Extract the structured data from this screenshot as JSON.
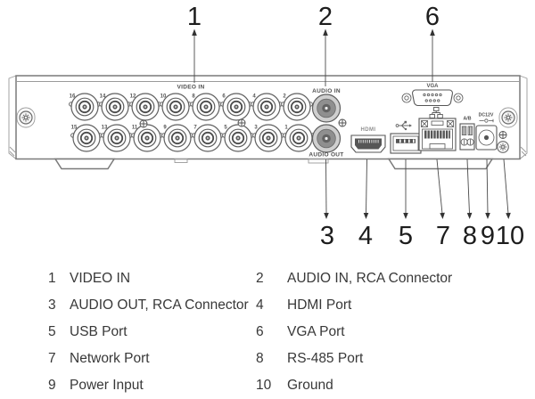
{
  "diagram": {
    "video_in": "VIDEO IN",
    "audio_in": "AUDIO IN",
    "audio_out": "AUDIO OUT",
    "hdmi": "HDMI",
    "vga": "VGA",
    "ab": "A/B",
    "dc12v": "DC12V",
    "bnc_top": [
      "16",
      "14",
      "12",
      "10",
      "8",
      "6",
      "4",
      "2"
    ],
    "bnc_bottom": [
      "15",
      "13",
      "11",
      "9",
      "7",
      "5",
      "3",
      "1"
    ],
    "callouts_top": [
      "1",
      "2",
      "6"
    ],
    "callouts_bottom": [
      "3",
      "4",
      "5",
      "7",
      "8",
      "9",
      "10"
    ]
  },
  "legend": {
    "rows": [
      {
        "left_num": "1",
        "left_text": "VIDEO IN",
        "right_num": "2",
        "right_text": "AUDIO IN, RCA Connector"
      },
      {
        "left_num": "3",
        "left_text": "AUDIO OUT, RCA Connector",
        "right_num": "4",
        "right_text": "HDMI Port"
      },
      {
        "left_num": "5",
        "left_text": "USB Port",
        "right_num": "6",
        "right_text": "VGA Port"
      },
      {
        "left_num": "7",
        "left_text": "Network Port",
        "right_num": "8",
        "right_text": "RS-485 Port"
      },
      {
        "left_num": "9",
        "left_text": "Power Input",
        "right_num": "10",
        "right_text": "Ground"
      }
    ]
  },
  "colors": {
    "line": "#7a7a7a",
    "detail_line": "#565656",
    "text": "#383838",
    "callout_text": "#1d1d1d"
  }
}
